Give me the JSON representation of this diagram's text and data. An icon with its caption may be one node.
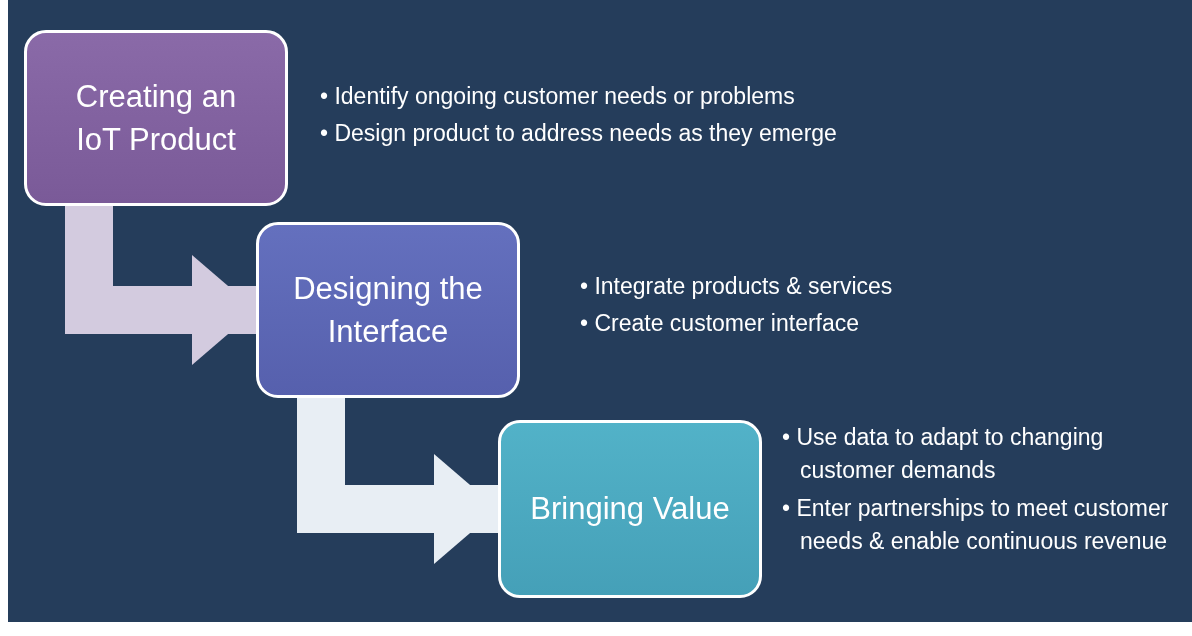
{
  "diagram": {
    "nodes": [
      {
        "text": [
          "Creating an IoT Product"
        ],
        "beside": [
          "• Identify ongoing customer needs or problems",
          "• Design product to address needs as they emerge"
        ]
      },
      {
        "text": [
          "Designing the Interface"
        ],
        "beside": [
          "• Integrate products & services",
          "• Create customer interface"
        ]
      },
      {
        "text": [
          "Bringing Value"
        ],
        "beside": [
          "• Use data to adapt to changing customer demands",
          "• Enter partnerships to meet customer needs & enable continuous revenue"
        ]
      }
    ],
    "edges": [
      {
        "from": 0,
        "to": 1,
        "arrow": "to",
        "color": "#d3cbdf"
      },
      {
        "from": 1,
        "to": 2,
        "arrow": "to",
        "color": "#e8eef4"
      }
    ]
  }
}
